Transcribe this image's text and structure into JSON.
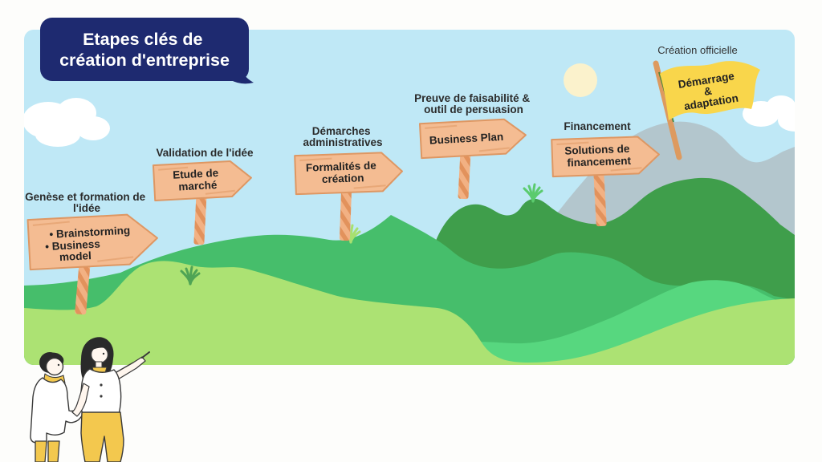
{
  "title": {
    "lines": [
      "Etapes clés de",
      "création d'entreprise"
    ]
  },
  "steps": [
    {
      "label_lines": [
        "Genèse et formation de",
        "l'idée"
      ],
      "sign_lines": [
        "•  Brainstorming",
        "• Business",
        "model"
      ]
    },
    {
      "label_lines": [
        "Validation de l'idée"
      ],
      "sign_lines": [
        "Etude de",
        "marché"
      ]
    },
    {
      "label_lines": [
        "Démarches",
        "administratives"
      ],
      "sign_lines": [
        "Formalités de",
        "création"
      ]
    },
    {
      "label_lines": [
        "Preuve de faisabilité &",
        "outil de persuasion"
      ],
      "sign_lines": [
        "Business Plan"
      ]
    },
    {
      "label_lines": [
        "Financement"
      ],
      "sign_lines": [
        "Solutions de",
        "financement"
      ]
    },
    {
      "label_lines": [
        "Création officielle"
      ],
      "flag_lines": [
        "Démarrage",
        "&",
        "adaptation"
      ]
    }
  ],
  "colors": {
    "title_bg": "#1E2A70",
    "title_text": "#FFFFFF",
    "sky": "#BFE8F6",
    "sun": "#FBF2CC",
    "cloud": "#FFFFFF",
    "mountain_gray": "#B3C6CD",
    "green_dark": "#3F9E4B",
    "green_mid": "#46BE6B",
    "green_bright": "#57D77F",
    "green_light": "#ACE273",
    "sign_board": "#F4BC92",
    "sign_edge": "#DE9763",
    "post_light": "#F2B183",
    "post_stripe": "#E2925C",
    "flag_yellow": "#F9D64B",
    "people_accent": "#F3C84E"
  }
}
